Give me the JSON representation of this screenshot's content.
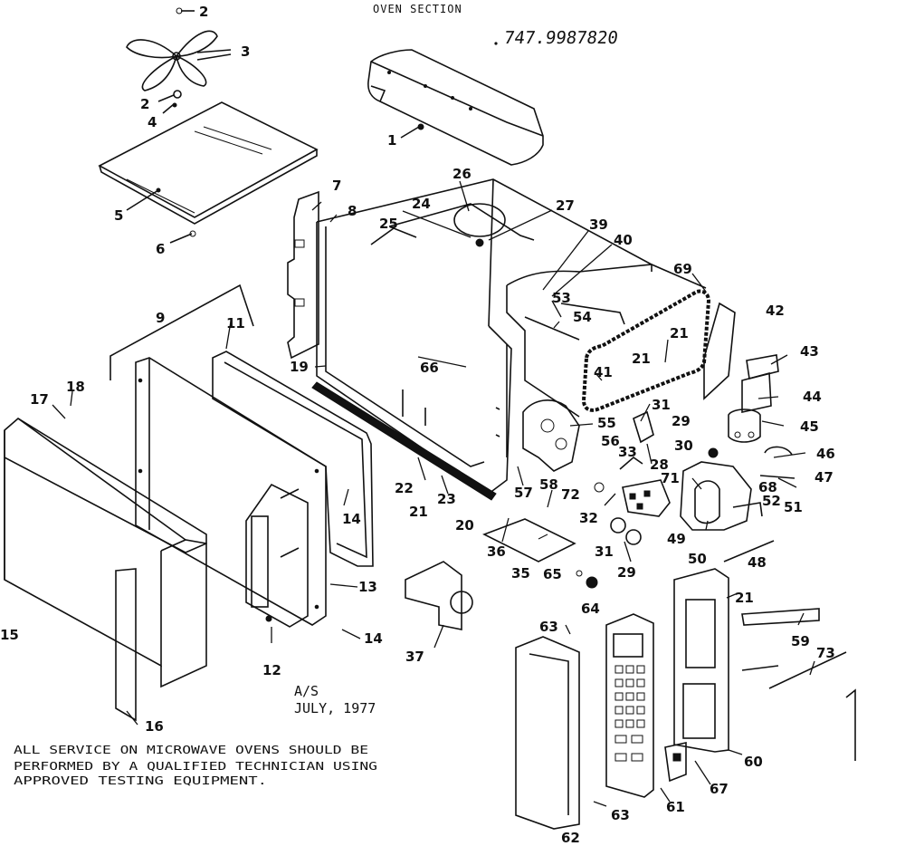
{
  "header": {
    "section_title": "OVEN SECTION",
    "model_number": "747.9987820"
  },
  "stamp": {
    "line1": "A/S",
    "line2": "JULY, 1977"
  },
  "notice": {
    "line1": "ALL SERVICE ON MICROWAVE OVENS SHOULD BE",
    "line2": "PERFORMED BY A QUALIFIED TECHNICIAN USING",
    "line3": "APPROVED TESTING EQUIPMENT."
  },
  "callouts": [
    {
      "id": "c1",
      "text": "1"
    },
    {
      "id": "c2a",
      "text": "2"
    },
    {
      "id": "c2b",
      "text": "2"
    },
    {
      "id": "c3",
      "text": "3"
    },
    {
      "id": "c4",
      "text": "4"
    },
    {
      "id": "c5",
      "text": "5"
    },
    {
      "id": "c6",
      "text": "6"
    },
    {
      "id": "c7",
      "text": "7"
    },
    {
      "id": "c8",
      "text": "8"
    },
    {
      "id": "c9",
      "text": "9"
    },
    {
      "id": "c11",
      "text": "11"
    },
    {
      "id": "c12",
      "text": "12"
    },
    {
      "id": "c13",
      "text": "13"
    },
    {
      "id": "c14a",
      "text": "14"
    },
    {
      "id": "c14b",
      "text": "14"
    },
    {
      "id": "c15",
      "text": "15"
    },
    {
      "id": "c16",
      "text": "16"
    },
    {
      "id": "c17",
      "text": "17"
    },
    {
      "id": "c18",
      "text": "18"
    },
    {
      "id": "c19",
      "text": "19"
    },
    {
      "id": "c20",
      "text": "20"
    },
    {
      "id": "c21a",
      "text": "21"
    },
    {
      "id": "c21b",
      "text": "21"
    },
    {
      "id": "c21c",
      "text": "21"
    },
    {
      "id": "c21d",
      "text": "21"
    },
    {
      "id": "c22",
      "text": "22"
    },
    {
      "id": "c23",
      "text": "23"
    },
    {
      "id": "c24",
      "text": "24"
    },
    {
      "id": "c25",
      "text": "25"
    },
    {
      "id": "c26",
      "text": "26"
    },
    {
      "id": "c27",
      "text": "27"
    },
    {
      "id": "c28",
      "text": "28"
    },
    {
      "id": "c29a",
      "text": "29"
    },
    {
      "id": "c29b",
      "text": "29"
    },
    {
      "id": "c30",
      "text": "30"
    },
    {
      "id": "c31a",
      "text": "31"
    },
    {
      "id": "c31b",
      "text": "31"
    },
    {
      "id": "c32",
      "text": "32"
    },
    {
      "id": "c33",
      "text": "33"
    },
    {
      "id": "c35",
      "text": "35"
    },
    {
      "id": "c36",
      "text": "36"
    },
    {
      "id": "c37",
      "text": "37"
    },
    {
      "id": "c39",
      "text": "39"
    },
    {
      "id": "c40",
      "text": "40"
    },
    {
      "id": "c41",
      "text": "41"
    },
    {
      "id": "c42",
      "text": "42"
    },
    {
      "id": "c43",
      "text": "43"
    },
    {
      "id": "c44",
      "text": "44"
    },
    {
      "id": "c45",
      "text": "45"
    },
    {
      "id": "c46",
      "text": "46"
    },
    {
      "id": "c47",
      "text": "47"
    },
    {
      "id": "c48",
      "text": "48"
    },
    {
      "id": "c49",
      "text": "49"
    },
    {
      "id": "c50",
      "text": "50"
    },
    {
      "id": "c51",
      "text": "51"
    },
    {
      "id": "c52",
      "text": "52"
    },
    {
      "id": "c53",
      "text": "53"
    },
    {
      "id": "c54",
      "text": "54"
    },
    {
      "id": "c55",
      "text": "55"
    },
    {
      "id": "c56",
      "text": "56"
    },
    {
      "id": "c57",
      "text": "57"
    },
    {
      "id": "c58",
      "text": "58"
    },
    {
      "id": "c59",
      "text": "59"
    },
    {
      "id": "c60",
      "text": "60"
    },
    {
      "id": "c61",
      "text": "61"
    },
    {
      "id": "c62",
      "text": "62"
    },
    {
      "id": "c63a",
      "text": "63"
    },
    {
      "id": "c63b",
      "text": "63"
    },
    {
      "id": "c64",
      "text": "64"
    },
    {
      "id": "c65",
      "text": "65"
    },
    {
      "id": "c66",
      "text": "66"
    },
    {
      "id": "c67",
      "text": "67"
    },
    {
      "id": "c68",
      "text": "68"
    },
    {
      "id": "c69",
      "text": "69"
    },
    {
      "id": "c71",
      "text": "71"
    },
    {
      "id": "c72",
      "text": "72"
    },
    {
      "id": "c73",
      "text": "73"
    }
  ]
}
